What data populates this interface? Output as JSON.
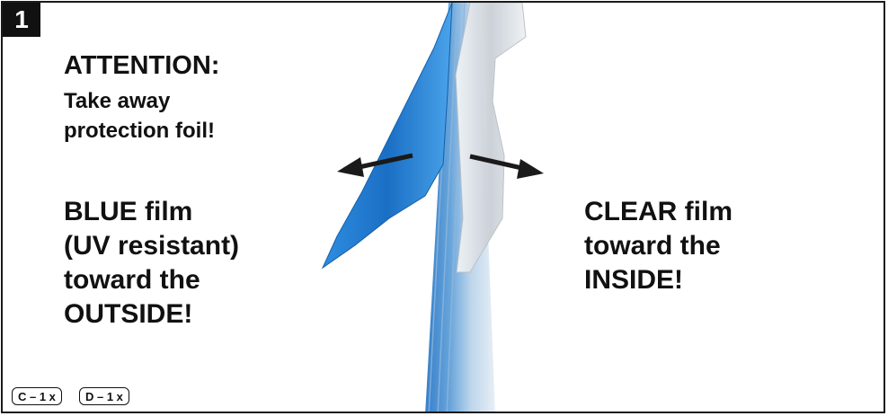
{
  "step": {
    "number": "1"
  },
  "attention": {
    "title": "ATTENTION:",
    "instruction": "Take away\nprotection foil!"
  },
  "blue_side": {
    "text": "BLUE film\n(UV resistant)\ntoward the\nOUTSIDE!"
  },
  "clear_side": {
    "text": "CLEAR film\ntoward the\nINSIDE!"
  },
  "parts": [
    {
      "label": "C – 1 x"
    },
    {
      "label": "D – 1 x"
    }
  ],
  "colors": {
    "blue_film": "#1f7fd6",
    "clear_film": "#d9dde2",
    "arrow": "#1a1a1a",
    "border": "#1a1a1a"
  },
  "icons": {
    "left_arrow": "arrow-left-icon",
    "right_arrow": "arrow-right-icon"
  }
}
